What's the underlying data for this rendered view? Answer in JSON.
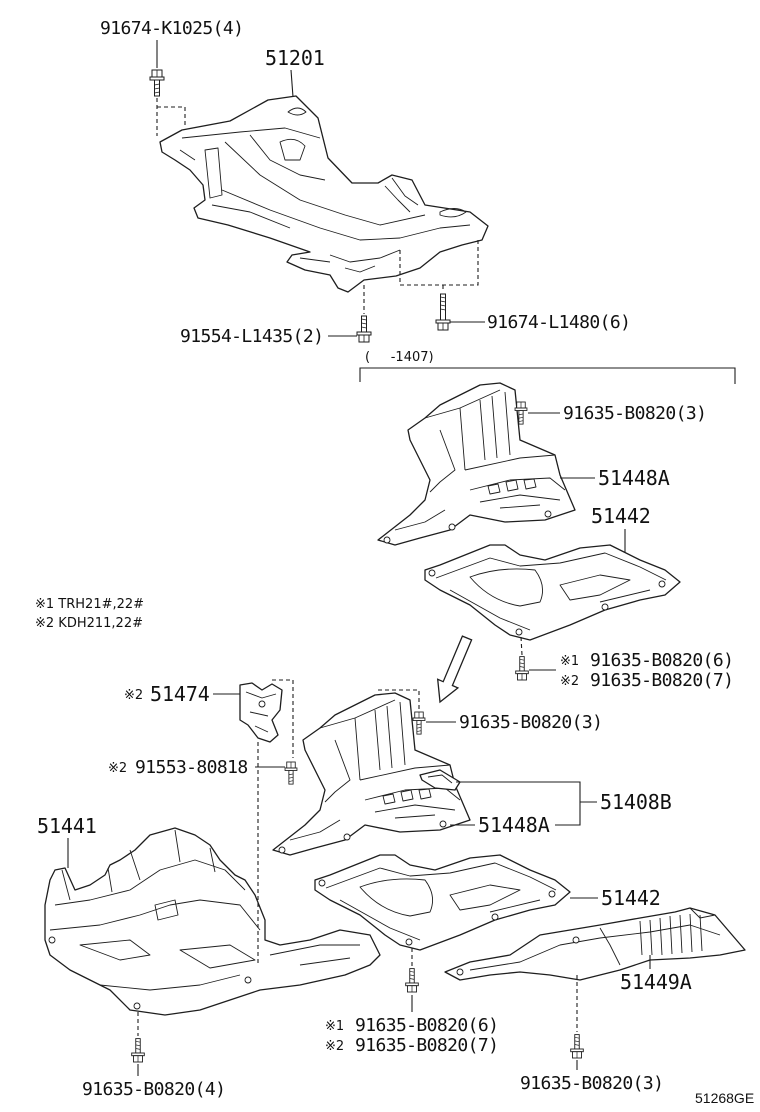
{
  "labels": {
    "top_bolt": "91674-K1025(4)",
    "crossmember": "51201",
    "frame_rear_bolt": "91674-L1480(6)",
    "frame_center_bolt": "91554-L1435(2)",
    "date_range": "(     -1407)",
    "upper": {
      "bolt": "91635-B0820(3)",
      "side_cover": "51448A",
      "center_cover": "51442",
      "note1_mark": "※1",
      "note1_bolt": "91635-B0820(6)",
      "note2_mark": "※2",
      "note2_bolt": "91635-B0820(7)"
    },
    "notes": [
      "※1 TRH21#,22#",
      "※2 KDH211,22#"
    ],
    "lower": {
      "bracket_mark": "※2",
      "bracket": "51474",
      "bracket_bolt_mark": "※2",
      "bracket_bolt": "91553-80818",
      "side_bolt": "91635-B0820(3)",
      "cover_set": "51408B",
      "side_cover": "51448A",
      "front_cover": "51441",
      "center_cover": "51442",
      "rear_cover": "51449A",
      "note1_mark": "※1",
      "note1_bolt": "91635-B0820(6)",
      "note2_mark": "※2",
      "note2_bolt": "91635-B0820(7)",
      "front_bolt": "91635-B0820(4)",
      "rear_bolt": "91635-B0820(3)"
    },
    "figure_code": "51268GE"
  }
}
